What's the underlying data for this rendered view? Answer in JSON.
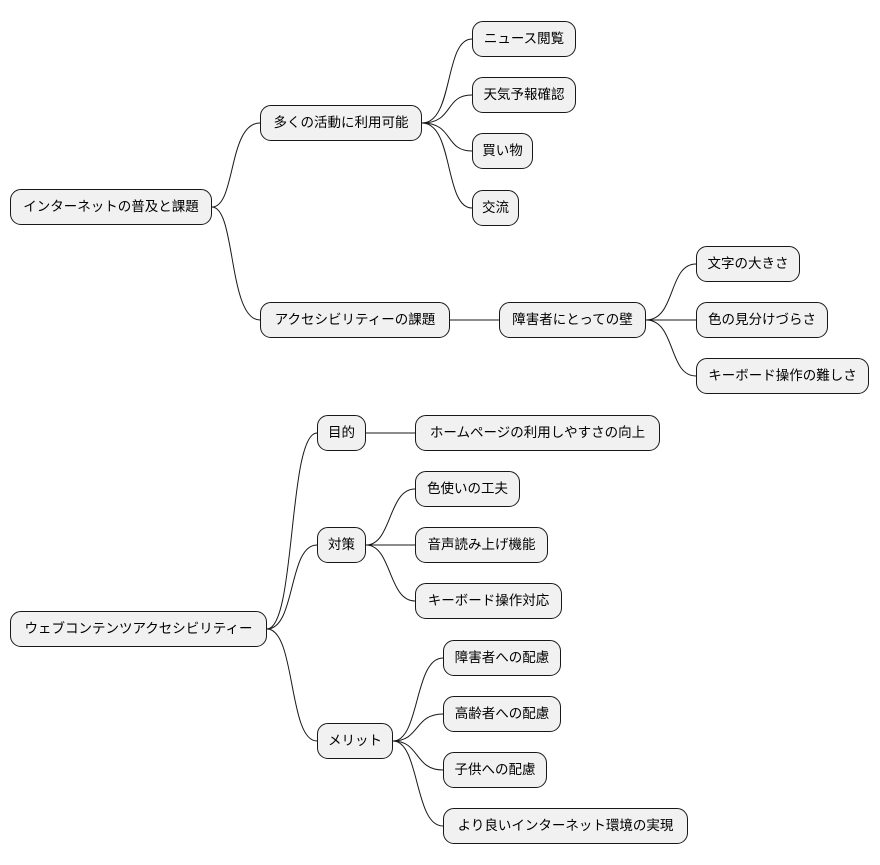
{
  "diagram": {
    "type": "mindmap",
    "node_fill": "#f1f1f1",
    "node_border": "#181818",
    "line_color": "#181818",
    "maps": [
      {
        "root": "インターネットの普及と課題",
        "branches": [
          {
            "label": "多くの活動に利用可能",
            "children": [
              "ニュース閲覧",
              "天気予報確認",
              "買い物",
              "交流"
            ]
          },
          {
            "label": "アクセシビリティーの課題",
            "child": "障害者にとっての壁",
            "grandchildren": [
              "文字の大きさ",
              "色の見分けづらさ",
              "キーボード操作の難しさ"
            ]
          }
        ]
      },
      {
        "root": "ウェブコンテンツアクセシビリティー",
        "branches": [
          {
            "label": "目的",
            "children": [
              "ホームページの利用しやすさの向上"
            ]
          },
          {
            "label": "対策",
            "children": [
              "色使いの工夫",
              "音声読み上げ機能",
              "キーボード操作対応"
            ]
          },
          {
            "label": "メリット",
            "children": [
              "障害者への配慮",
              "高齢者への配慮",
              "子供への配慮",
              "より良いインターネット環境の実現"
            ]
          }
        ]
      }
    ]
  }
}
